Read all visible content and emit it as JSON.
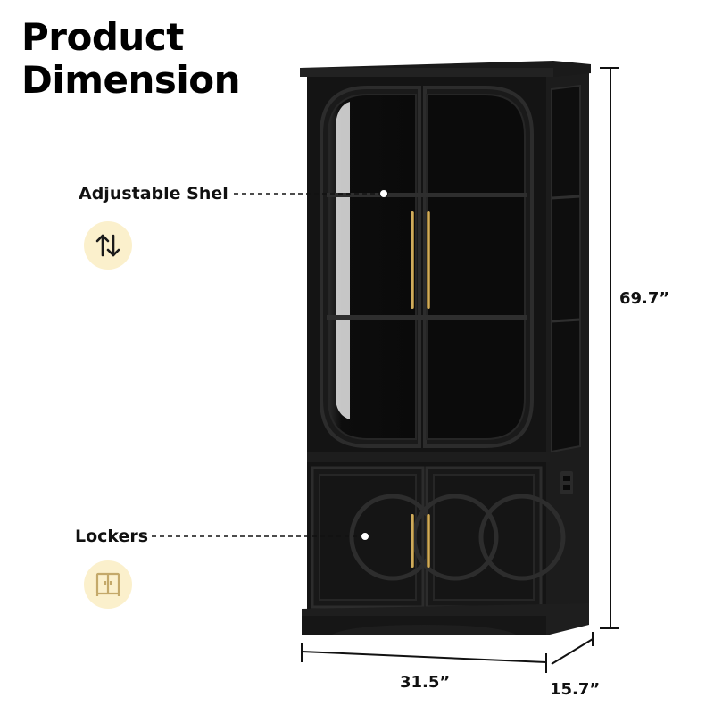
{
  "title": {
    "line1": "Product",
    "line2": "Dimension"
  },
  "features": [
    {
      "label": "Adjustable Shel",
      "icon": "up-down-arrows-icon"
    },
    {
      "label": "Lockers",
      "icon": "cabinet-doors-icon"
    }
  ],
  "dimensions": {
    "height": "69.7”",
    "width": "31.5”",
    "depth": "15.7”"
  },
  "colors": {
    "cabinet": "#141414",
    "accent_gold": "#c9a04a",
    "badge_bg": "#fbf0cc",
    "badge_icon": "#c4a96a"
  }
}
